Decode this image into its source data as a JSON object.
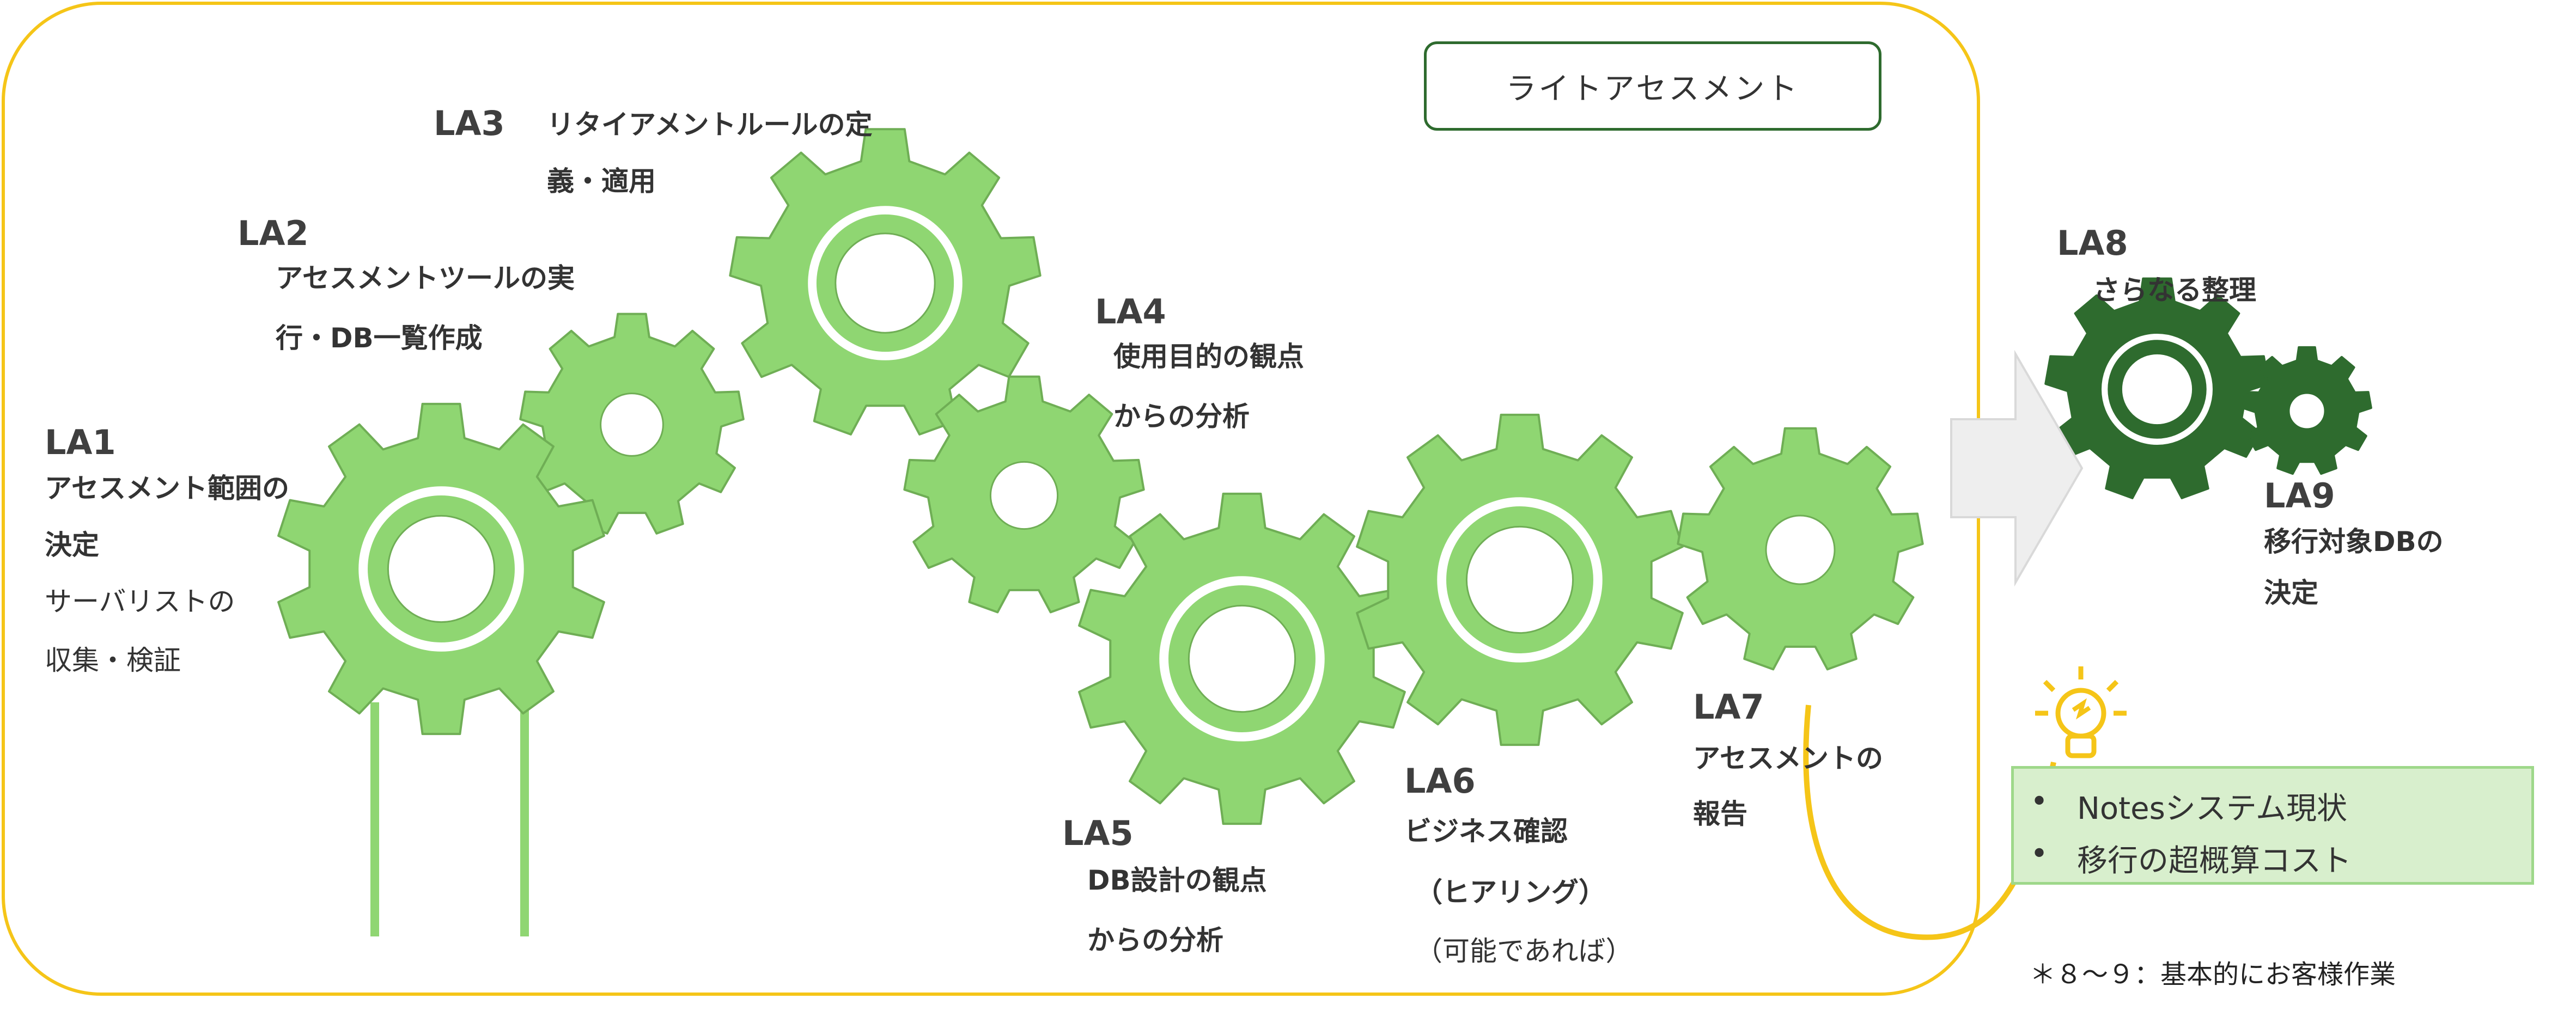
{
  "badge": {
    "label": "ライトアセスメント"
  },
  "steps": {
    "la1": {
      "label": "LA1",
      "desc_bold_1": "アセスメント範囲の",
      "desc_bold_2": "決定",
      "desc_plain_1": "サーバリストの",
      "desc_plain_2": "収集・検証"
    },
    "la2": {
      "label": "LA2",
      "desc_1": "アセスメントツールの実",
      "desc_2": "行・DB一覧作成"
    },
    "la3": {
      "label": "LA3",
      "desc_1": "リタイアメントルールの定",
      "desc_2": "義・適用"
    },
    "la4": {
      "label": "LA4",
      "desc_1": "使用目的の観点",
      "desc_2": "からの分析"
    },
    "la5": {
      "label": "LA5",
      "desc_1": "DB設計の観点",
      "desc_2": "からの分析"
    },
    "la6": {
      "label": "LA6",
      "desc_1": "ビジネス確認",
      "desc_2": "（ヒアリング）",
      "desc_plain": "（可能であれば）"
    },
    "la7": {
      "label": "LA7",
      "desc_1": "アセスメントの",
      "desc_2": "報告"
    },
    "la8": {
      "label": "LA8",
      "desc_1": "さらなる整理"
    },
    "la9": {
      "label": "LA9",
      "desc_1": "移行対象DBの",
      "desc_2": "決定"
    }
  },
  "notes": {
    "items": [
      {
        "bullet": "•",
        "text": "Notesシステム現状"
      },
      {
        "bullet": "•",
        "text": "移行の超概算コスト"
      }
    ]
  },
  "footnote": "＊８～９：基本的にお客様作業",
  "colors": {
    "frame": "#f5c518",
    "gear_light": "#8fd672",
    "gear_light_stroke": "#6fae55",
    "gear_dark": "#2e6b2e",
    "arrow_fill": "#eeeeee",
    "arrow_stroke": "#d9d9d9",
    "bulb": "#f5c518",
    "badge_border": "#2e6b2e",
    "note_bg": "#d8efcd"
  },
  "icons": [
    "gear-icon",
    "arrow-right-icon",
    "lightbulb-icon"
  ]
}
